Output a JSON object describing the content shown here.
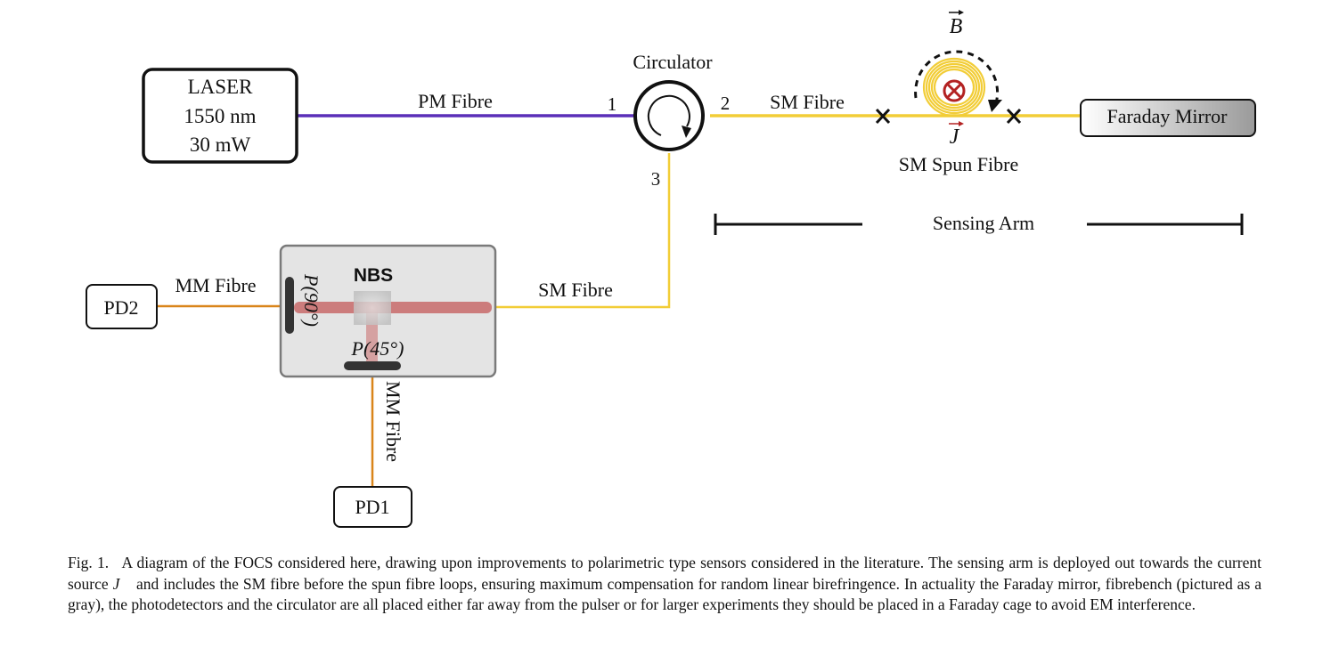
{
  "laser": {
    "line1": "LASER",
    "line2": "1550 nm",
    "line3": "30 mW"
  },
  "fibres": {
    "pm": "PM Fibre",
    "sm_top": "SM Fibre",
    "sm_bottom": "SM Fibre",
    "mm_left": "MM Fibre",
    "mm_down": "MM Fibre",
    "spun": "SM Spun Fibre"
  },
  "circulator": {
    "label": "Circulator",
    "port1": "1",
    "port2": "2",
    "port3": "3"
  },
  "field": {
    "b": "B",
    "j": "J"
  },
  "faraday_mirror": "Faraday Mirror",
  "sensing_arm": "Sensing Arm",
  "bench": {
    "nbs": "NBS",
    "p90": "P(90°)",
    "p45": "P(45°)"
  },
  "detectors": {
    "pd1": "PD1",
    "pd2": "PD2"
  },
  "colors": {
    "pm": "#5a2fb8",
    "sm": "#f2cd37",
    "mm": "#d9851a",
    "j": "#b32222",
    "beam": "#c86a6a",
    "bench": "#e4e4e4"
  },
  "caption": {
    "label": "Fig. 1.",
    "pre_j": "A diagram of the FOCS considered here, drawing upon improvements to polarimetric type sensors considered in the literature. The sensing arm is deployed out towards the current source",
    "post_j": "and includes the SM fibre before the spun fibre loops, ensuring maximum compensation for random linear birefringence. In actuality the Faraday mirror, fibrebench (pictured as a gray), the photodetectors and the circulator are all placed either far away from the pulser or for larger experiments they should be placed in a Faraday cage to avoid EM interference."
  }
}
